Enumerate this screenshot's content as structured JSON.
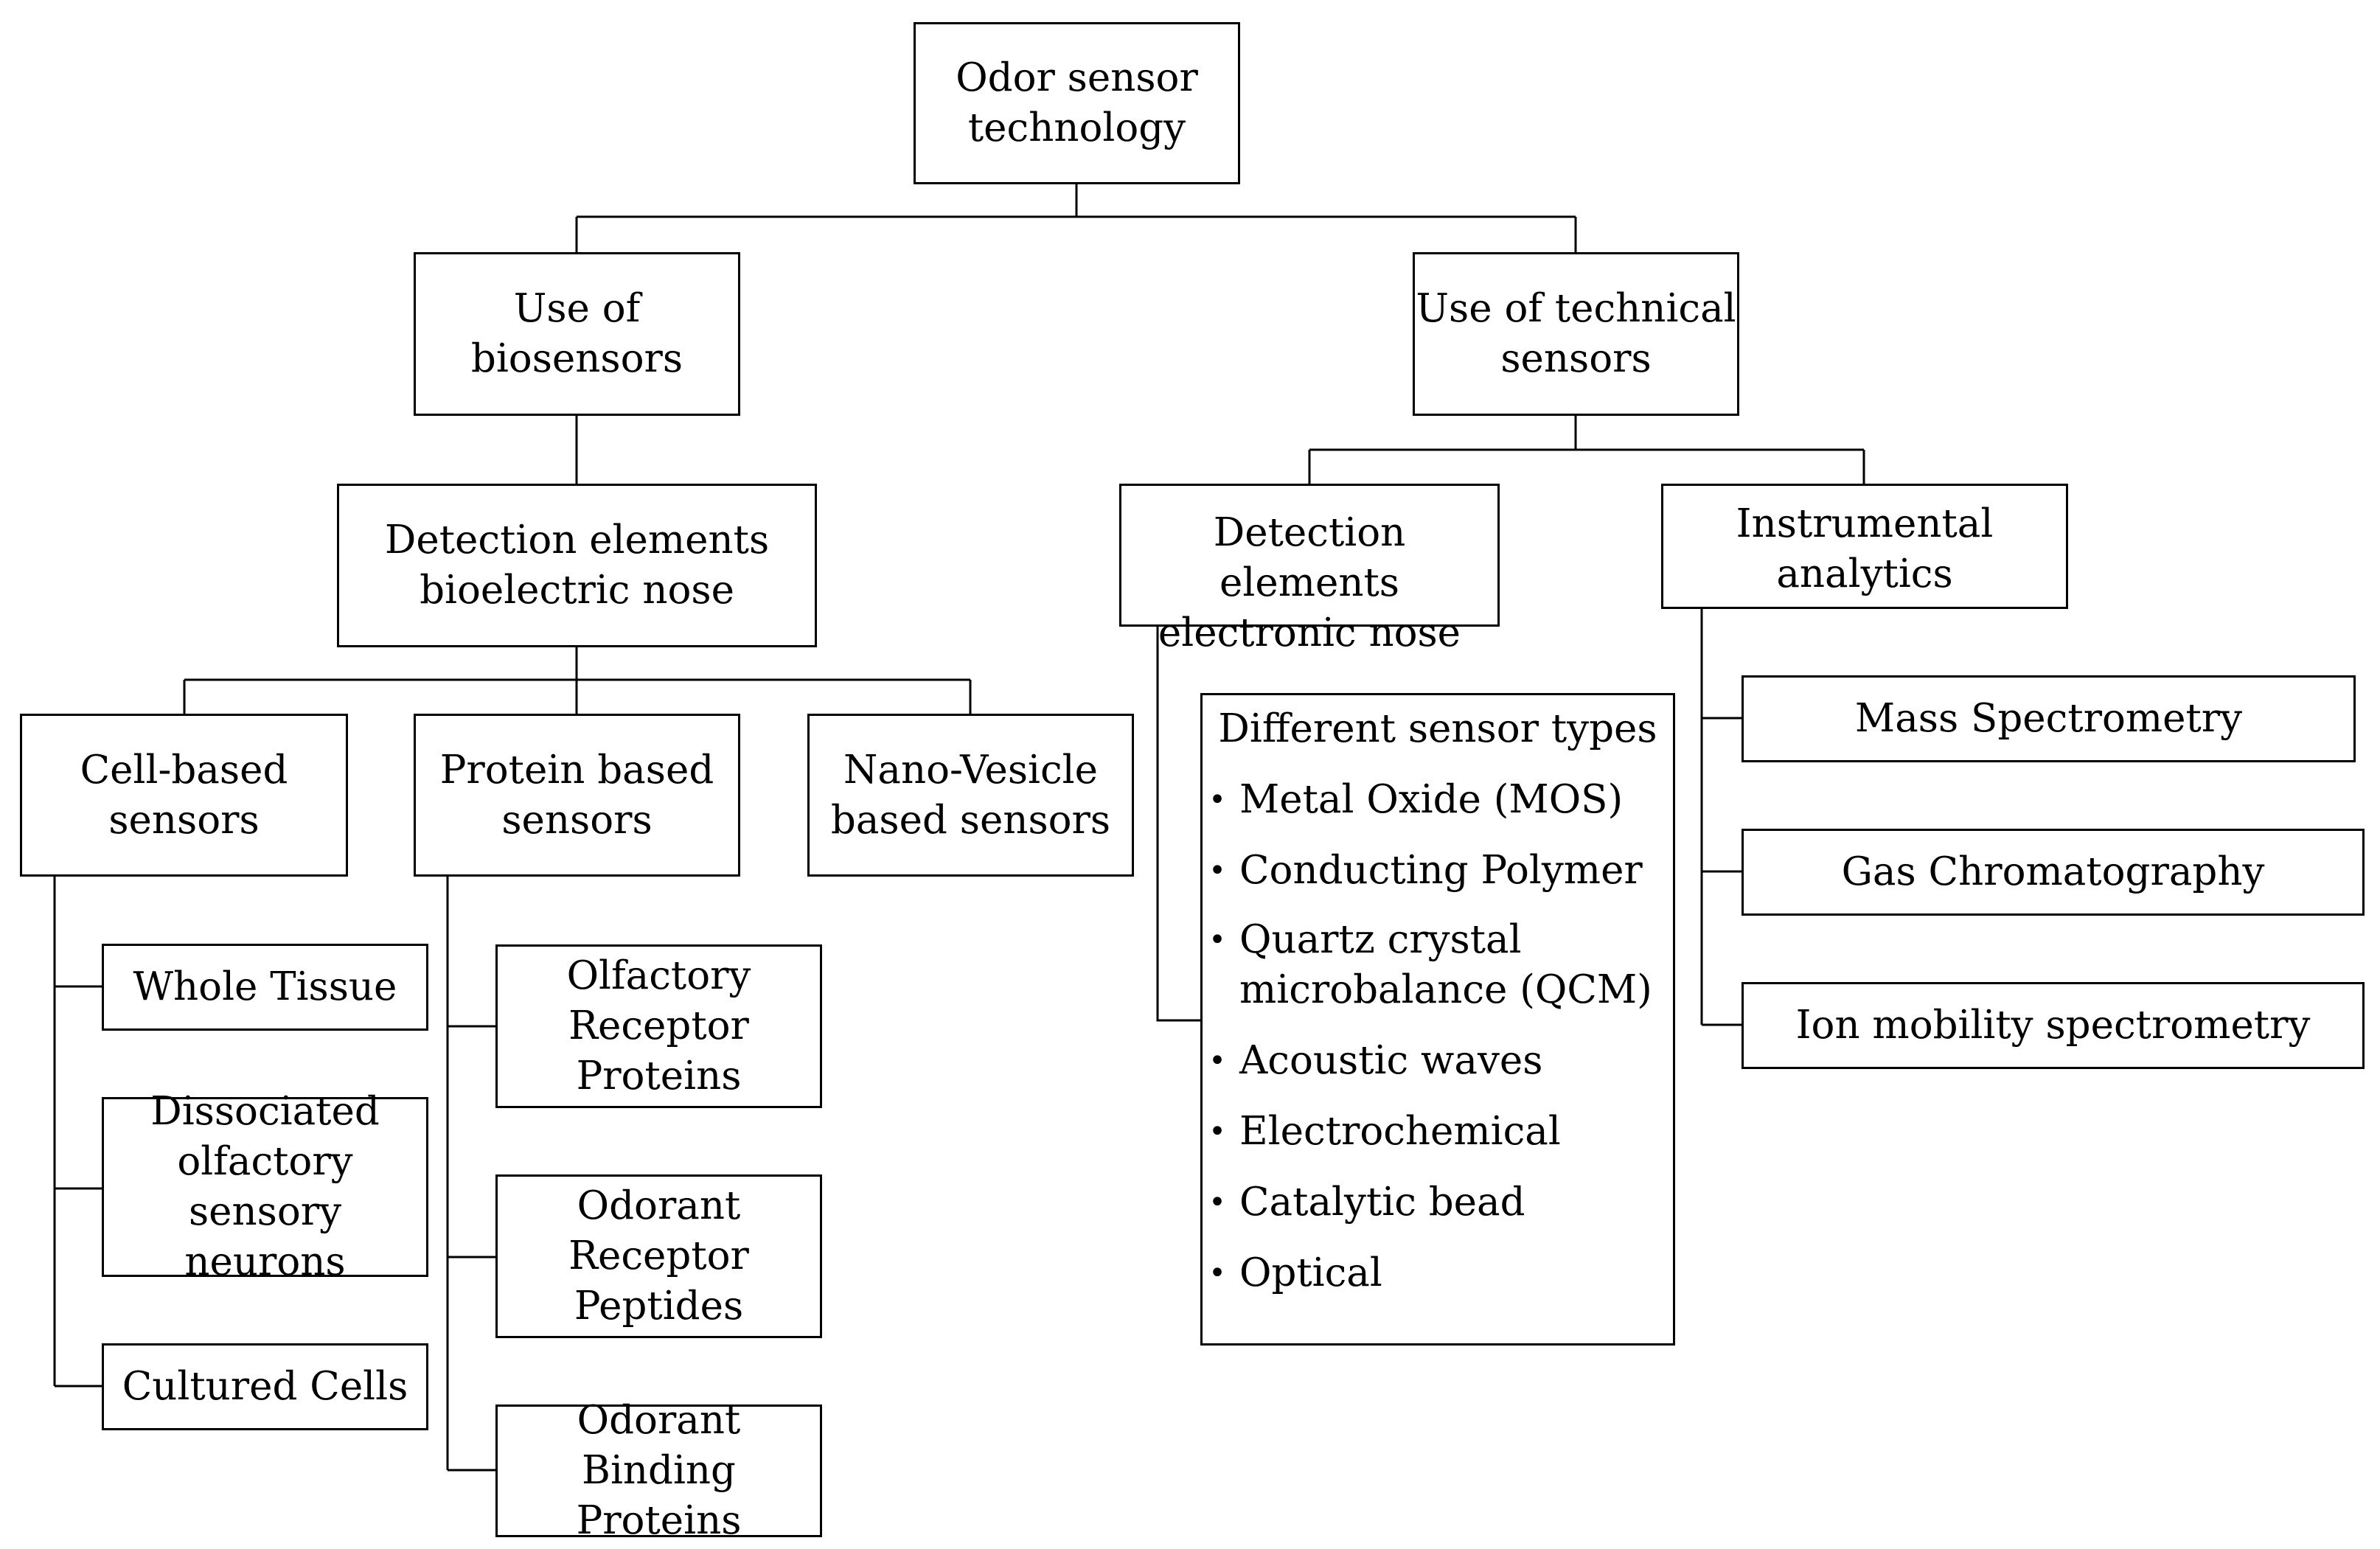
{
  "root": {
    "label": "Odor sensor\ntechnology"
  },
  "bio": {
    "label": "Use of\nbiosensors",
    "detection": {
      "label": "Detection elements\nbioelectric nose"
    },
    "cell": {
      "label": "Cell-based\nsensors",
      "children": [
        {
          "label": "Whole Tissue"
        },
        {
          "label": "Dissociated\nolfactory sensory\nneurons"
        },
        {
          "label": "Cultured Cells"
        }
      ]
    },
    "protein": {
      "label": "Protein based\nsensors",
      "children": [
        {
          "label": "Olfactory\nReceptor\nProteins"
        },
        {
          "label": "Odorant\nReceptor\nPeptides"
        },
        {
          "label": "Odorant Binding\nProteins"
        }
      ]
    },
    "nano": {
      "label": "Nano-Vesicle\nbased sensors"
    }
  },
  "tech": {
    "label": "Use of technical\nsensors",
    "enose": {
      "label": "Detection elements\nelectronic nose",
      "list_title": "Different sensor types",
      "items": [
        "Metal Oxide  (MOS)",
        "Conducting Polymer",
        "Quartz crystal\n microbalance (QCM)",
        "Acoustic waves",
        "Electrochemical",
        "Catalytic bead",
        "Optical"
      ]
    },
    "instrumental": {
      "label": "Instrumental\nanalytics",
      "children": [
        {
          "label": "Mass Spectrometry"
        },
        {
          "label": "Gas Chromatography"
        },
        {
          "label": "Ion mobility spectrometry"
        }
      ]
    }
  }
}
